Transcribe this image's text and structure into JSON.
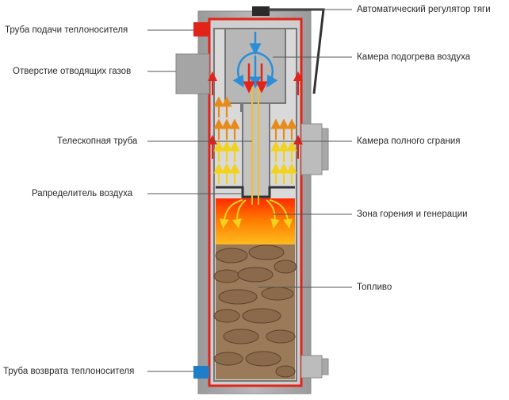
{
  "labels": {
    "draft_regulator": "Автоматический регулятор тяги",
    "supply_pipe": "Труба подачи теплоносителя",
    "air_heating_chamber": "Камера подогрева воздуха",
    "flue_gas_outlet": "Отверстие отводящих газов",
    "telescopic_pipe": "Телескопная труба",
    "afterburn_chamber": "Камера полного сграния",
    "air_distributor": "Рапределитель воздуха",
    "combustion_zone": "Зона горения  и генерации",
    "fuel": "Топливо",
    "return_pipe": "Труба возврата теплоносителя"
  },
  "colors": {
    "outer_shell": "#a7a7a7",
    "water_jacket": "#8f8f8f",
    "supply_red": "#e2231a",
    "return_blue": "#1e7fc8",
    "airflow_blue": "#2a8fd8",
    "flame": "#ff6a00",
    "fuel": "#8a6a4a",
    "arrow_yellow": "#f2d21a",
    "arrow_orange": "#e88a1a",
    "leader": "#555555"
  }
}
